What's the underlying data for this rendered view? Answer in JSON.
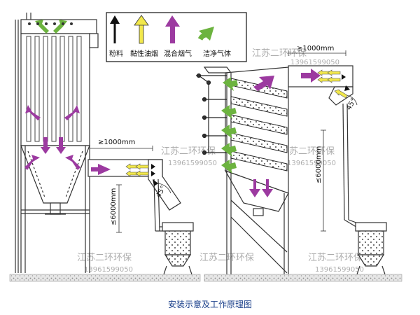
{
  "caption": "安装示意及工作原理图",
  "legend": [
    {
      "label": "粉料",
      "color": "#111111"
    },
    {
      "label": "黏性油烟",
      "color": "#f2e84b"
    },
    {
      "label": "混合烟气",
      "color": "#9c3aa0"
    },
    {
      "label": "洁净气体",
      "color": "#6cb33f"
    }
  ],
  "dims": {
    "left_h": "≥1000mm",
    "left_v": "≤6000mm",
    "left_angle": "45°",
    "right_h": "≥1000mm",
    "right_v": "≤6000mm",
    "right_angle": "45°"
  },
  "watermarks": [
    "江苏二环环保",
    "13961599050"
  ],
  "colors": {
    "purple": "#9c3aa0",
    "yellow": "#f2e84b",
    "green": "#6cb33f",
    "ground": "#cfcfcf"
  }
}
